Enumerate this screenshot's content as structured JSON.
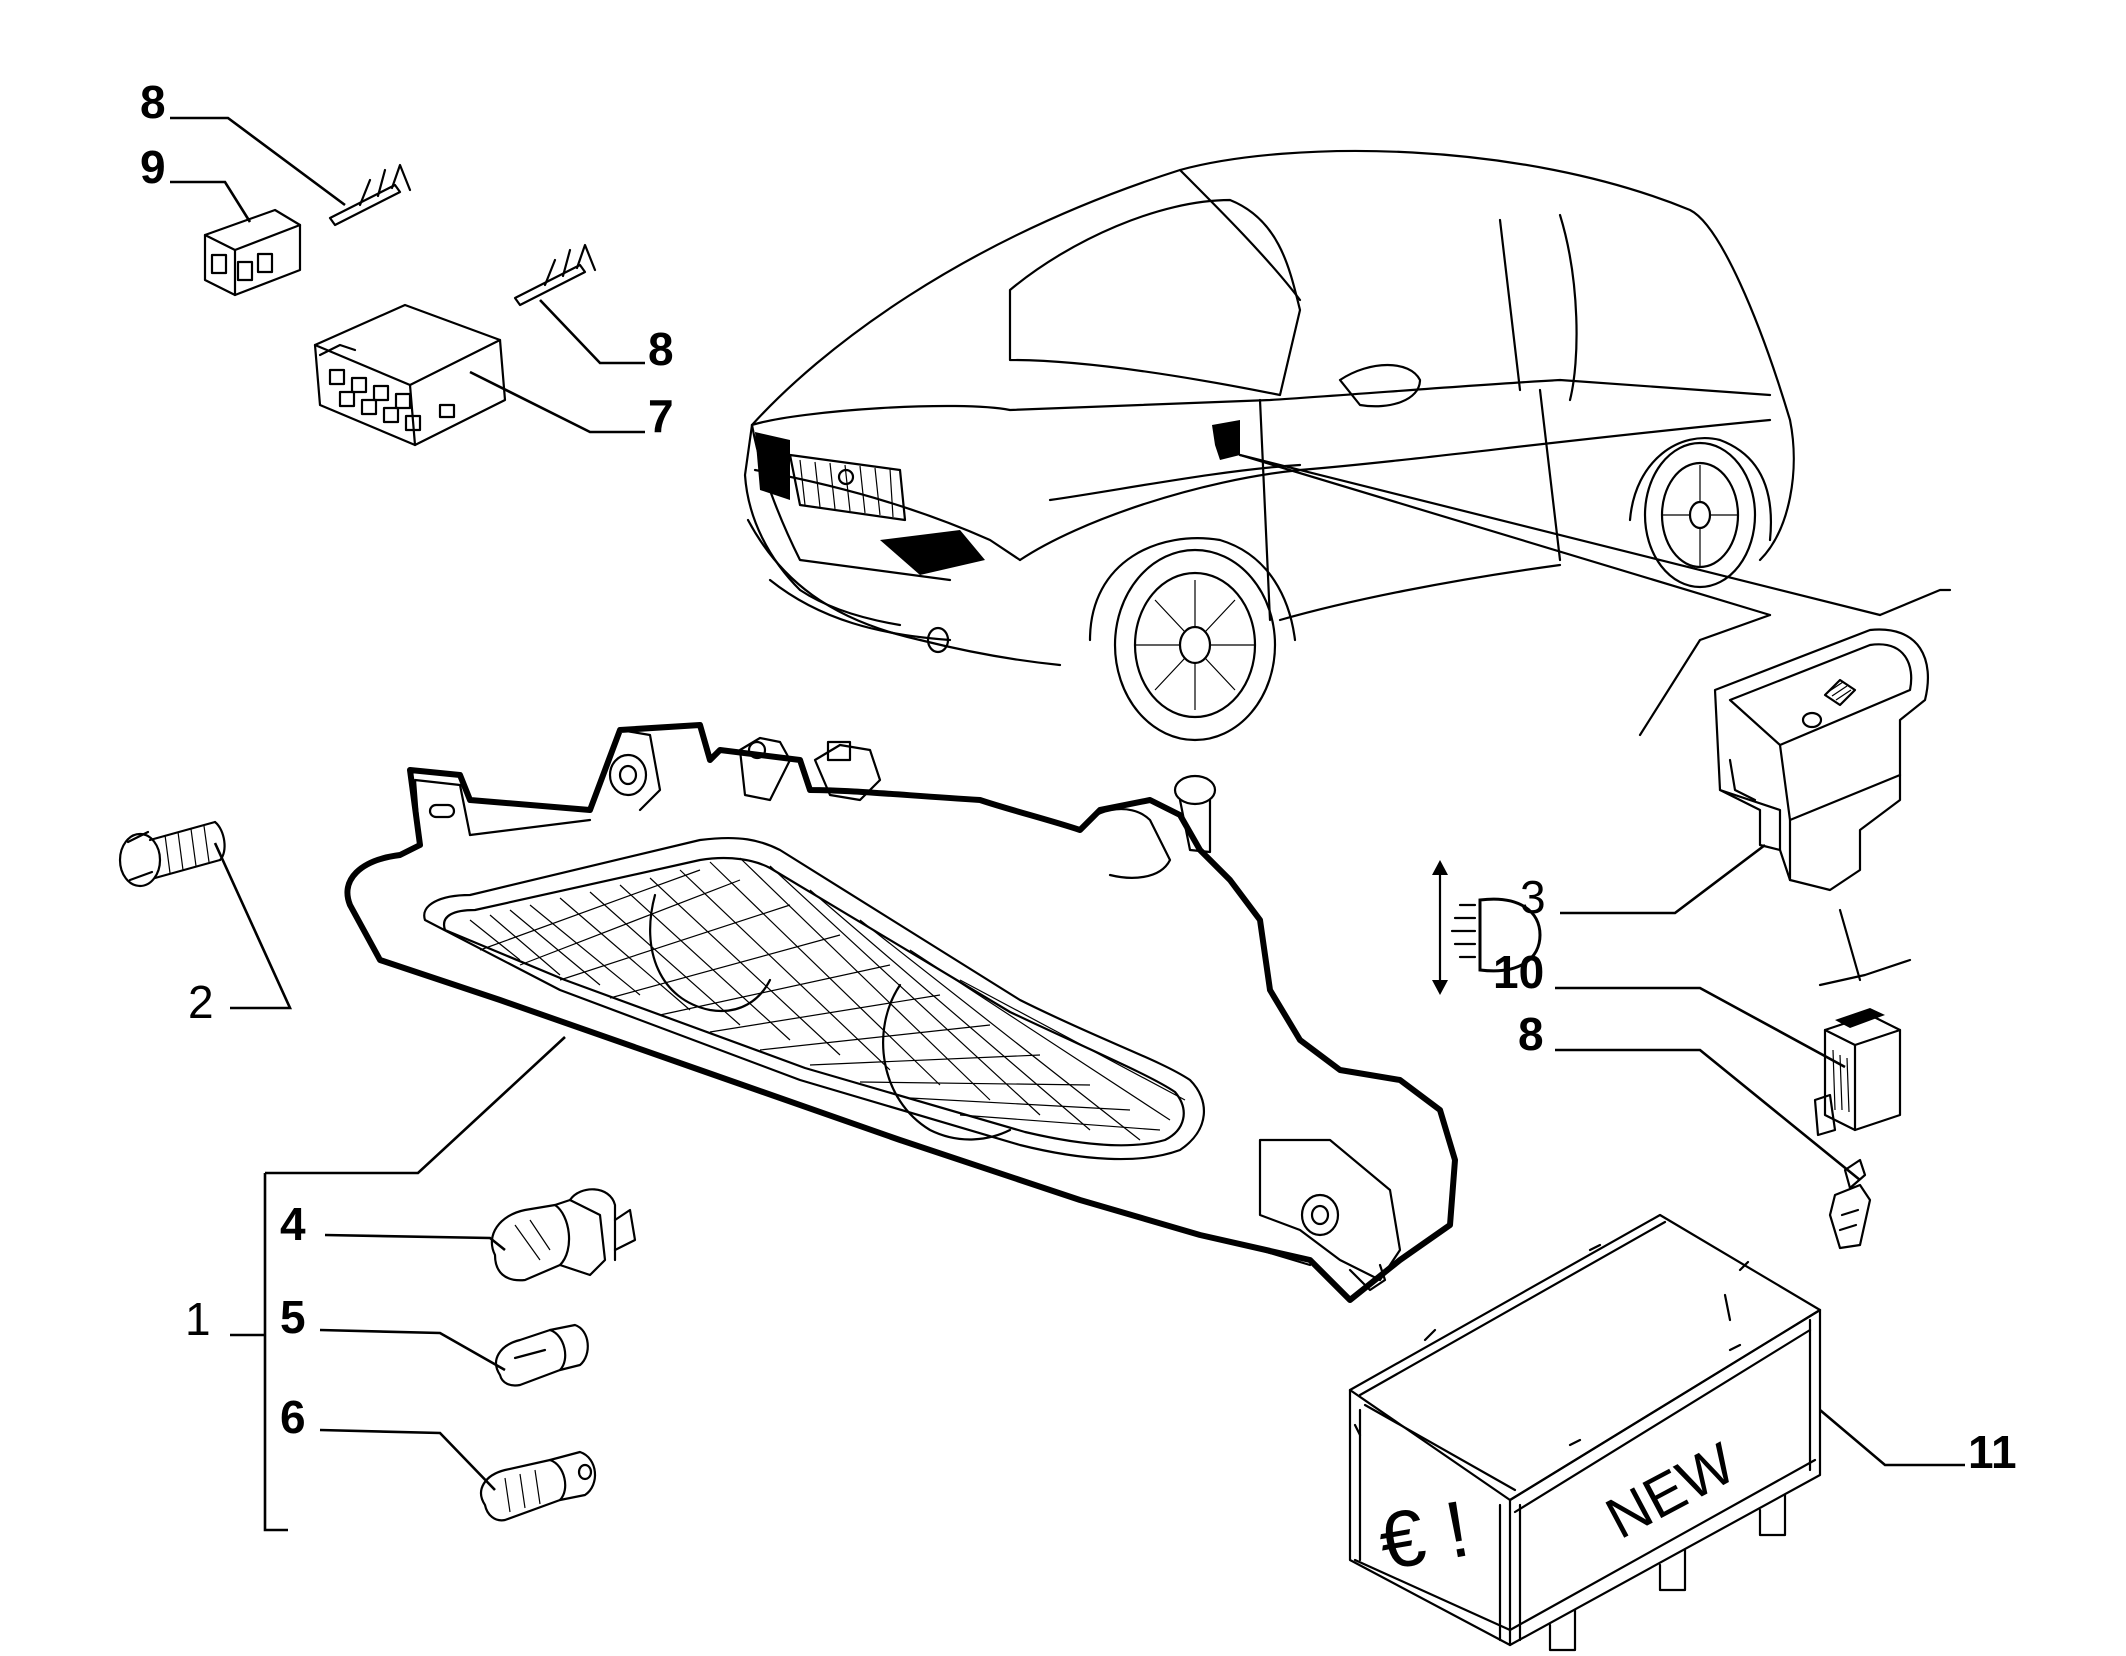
{
  "labels": {
    "l8a": "8",
    "l9": "9",
    "l8b": "8",
    "l7": "7",
    "l2": "2",
    "l4": "4",
    "l5": "5",
    "l6": "6",
    "l1": "1",
    "l3": "3",
    "l10": "10",
    "l8c": "8",
    "l11": "11"
  },
  "box": {
    "new_text": "NEW",
    "euro_text": "€ !"
  },
  "icon": {
    "headlight_leveling": "headlight-leveling-icon"
  }
}
